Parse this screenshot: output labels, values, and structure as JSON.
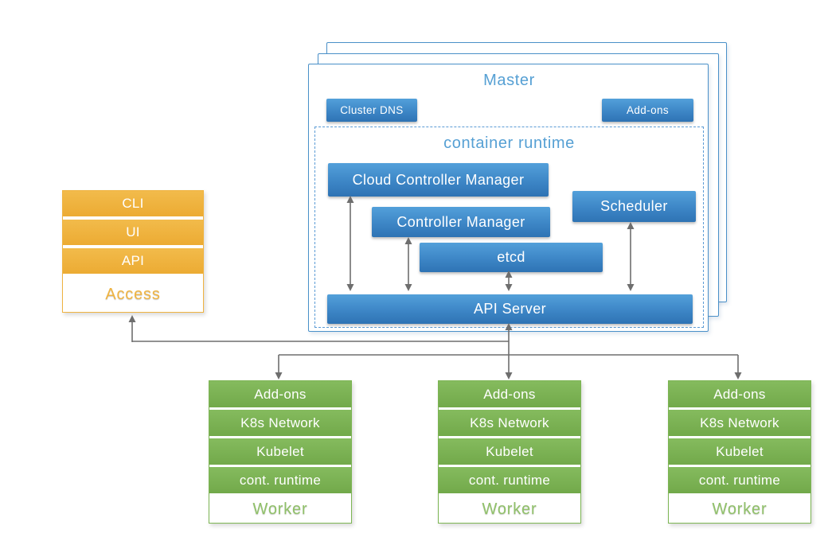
{
  "master": {
    "title": "Master",
    "cluster_dns_label": "Cluster DNS",
    "addons_label": "Add-ons",
    "container_runtime": {
      "title": "container runtime",
      "components": {
        "cloud_controller_manager": "Cloud Controller Manager",
        "controller_manager": "Controller Manager",
        "scheduler": "Scheduler",
        "etcd": "etcd",
        "api_server": "API Server"
      }
    }
  },
  "access": {
    "rows": [
      "CLI",
      "UI",
      "API"
    ],
    "label": "Access"
  },
  "workers": {
    "nodes": [
      {
        "rows": [
          "Add-ons",
          "K8s Network",
          "Kubelet",
          "cont. runtime"
        ],
        "label": "Worker"
      },
      {
        "rows": [
          "Add-ons",
          "K8s Network",
          "Kubelet",
          "cont. runtime"
        ],
        "label": "Worker"
      },
      {
        "rows": [
          "Add-ons",
          "K8s Network",
          "Kubelet",
          "cont. runtime"
        ],
        "label": "Worker"
      }
    ]
  },
  "colors": {
    "blue_box_top": "#53A0DA",
    "blue_box_bottom": "#2E73B4",
    "page_border": "#4A90C8",
    "dashed_border": "#5B9BD5",
    "heading_blue": "#56A0D4",
    "orange": "#EFB341",
    "orange_text": "#F0B441",
    "green": "#7CB553",
    "green_text": "#90C169",
    "arrow_gray": "#6E6E6E"
  }
}
